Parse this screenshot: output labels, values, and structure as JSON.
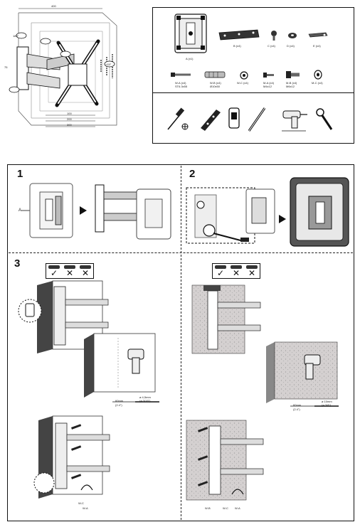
{
  "overview": {
    "dimension_labels": [
      "400",
      "75",
      "100",
      "200",
      "300",
      "400",
      "200",
      "300",
      "100"
    ],
    "swivel_label": "180°",
    "tilt_labels": [
      "+15°",
      "-15°"
    ]
  },
  "parts": {
    "A": {
      "label": "A (x1)",
      "sub": ""
    },
    "B": {
      "label": "B (x4)",
      "sub": ""
    },
    "C": {
      "label": "C (x4)",
      "sub": ""
    },
    "D": {
      "label": "D (x4)",
      "sub": ""
    },
    "E": {
      "label": "E (x4)",
      "sub": ""
    },
    "WA": {
      "label": "W-A (x4)",
      "sub": "ST6.3x55"
    },
    "WB": {
      "label": "W-B (x4)",
      "sub": "Ø10x50"
    },
    "WC": {
      "label": "W-C (x4)",
      "sub": ""
    },
    "M4": {
      "label": "M-A (x4)",
      "sub": "M4x12"
    },
    "M6": {
      "label": "M-B (x4)",
      "sub": "M6x12"
    },
    "MC": {
      "label": "M-C (x4)",
      "sub": ""
    }
  },
  "tools": [
    "screwdriver",
    "level",
    "stud-finder",
    "pencil",
    "drill",
    "wrench"
  ],
  "steps": {
    "s1": "1",
    "s2": "2",
    "s3": "3"
  },
  "step1": {
    "part_label": "A"
  },
  "step3": {
    "wood": {
      "check_symbols": [
        "✓",
        "✕",
        "✕"
      ],
      "hole_depth": "60mm",
      "hole_depth_in": "(2.4\")",
      "drill_size": "ø 4,5mm",
      "drill_size_in": "(ø 3/16\")",
      "bottom_labels": [
        "W-C",
        "W-A"
      ]
    },
    "concrete": {
      "check_symbols": [
        "✓",
        "✕",
        "✕"
      ],
      "hole_depth": "60mm",
      "hole_depth_in": "(2.4\")",
      "drill_size": "ø 10mm",
      "drill_size_in": "(ø 3/8\")",
      "bottom_labels": [
        "W-B",
        "W-C",
        "W-A"
      ]
    }
  }
}
